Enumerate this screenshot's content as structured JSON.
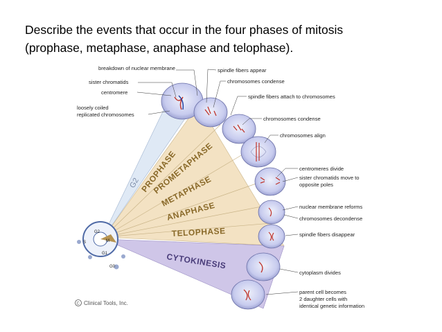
{
  "title": {
    "line1": "Describe the events that occur in the four phases of mitosis",
    "line2": "(prophase, metaphase, anaphase and telophase)."
  },
  "phases": {
    "g2": "G2",
    "prophase": "PROPHASE",
    "prometaphase": "PROMETAPHASE",
    "metaphase": "METAPHASE",
    "anaphase": "ANAPHASE",
    "telophase": "TELOPHASE",
    "cytokinesis": "CYTOKINESIS"
  },
  "cycle": {
    "g2": "G2",
    "m": "M",
    "s": "S",
    "g1": "G1",
    "g0": "G0"
  },
  "labels": {
    "breakdown": "breakdown of nuclear membrane",
    "sister": "sister chromatids",
    "centromere": "centromere",
    "loosely1": "loosely coiled",
    "loosely2": "replicated chromosomes",
    "spindle_appear": "spindle fibers appear",
    "chrom_condense1": "chromosomes condense",
    "spindle_attach": "spindle fibers attach to chromosomes",
    "chrom_condense2": "chromosomes condense",
    "chrom_align": "chromosomes align",
    "cent_divide": "centromeres divide",
    "sister_move1": "sister chromatids move to",
    "sister_move2": "opposite poles",
    "nuc_reform": "nuclear membrane reforms",
    "chrom_decondense": "chromosomes decondense",
    "spindle_disappear": "spindle fibers disappear",
    "cyto_divides": "cytoplasm divides",
    "parent1": "parent cell becomes",
    "parent2": "2 daughter cells with",
    "parent3": "identical genetic information"
  },
  "credit": "Clinical Tools, Inc.",
  "colors": {
    "wedge": "#f3e2c3",
    "cyto": "#cfc6e8",
    "g2band": "#dde8f4",
    "cell": "#c9cdf0"
  }
}
